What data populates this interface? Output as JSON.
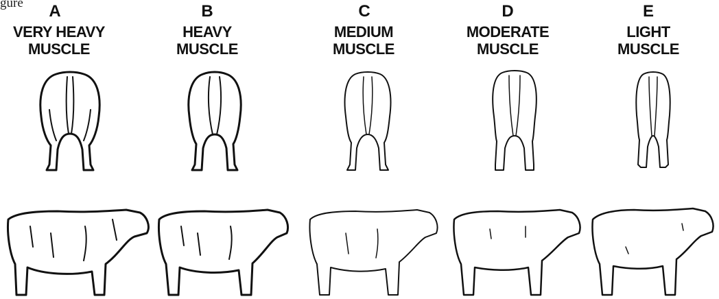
{
  "fragment": "gure",
  "grades": [
    {
      "letter": "A",
      "label": "VERY HEAVY\nMUSCLE"
    },
    {
      "letter": "B",
      "label": "HEAVY\nMUSCLE"
    },
    {
      "letter": "C",
      "label": "MEDIUM\nMUSCLE"
    },
    {
      "letter": "D",
      "label": "MODERATE\nMUSCLE"
    },
    {
      "letter": "E",
      "label": "LIGHT\nMUSCLE"
    }
  ],
  "colors": {
    "ink": "#111111",
    "shade": "#e4ebf6"
  }
}
